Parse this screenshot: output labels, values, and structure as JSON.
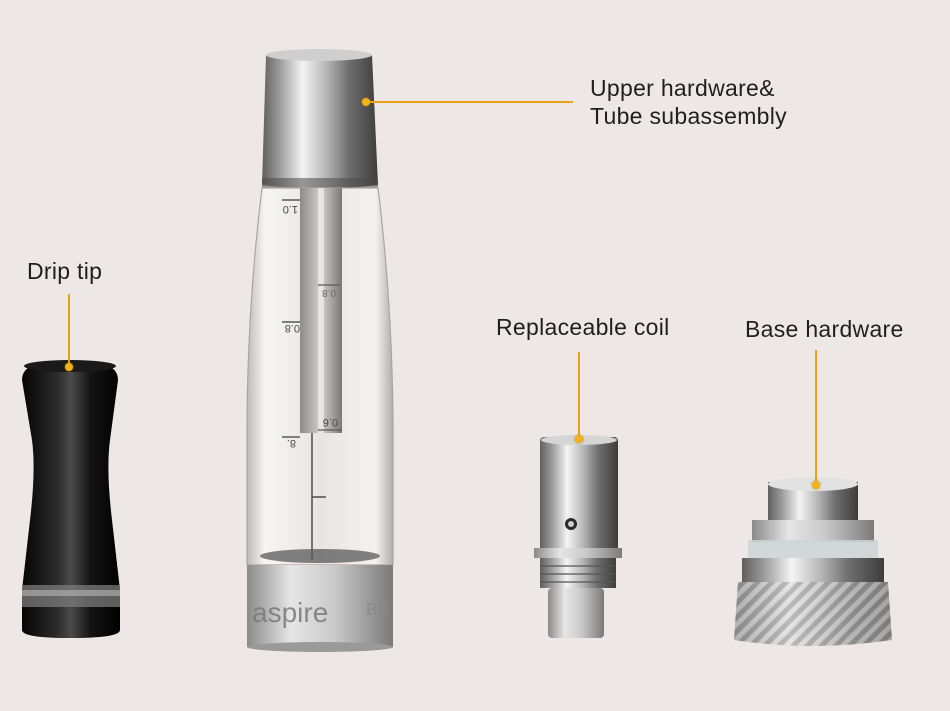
{
  "colors": {
    "background": "#ede8e6",
    "leader_line": "#e8a317",
    "label_text": "#1f1f1f"
  },
  "labels": {
    "upper_hardware_line1": "Upper hardware&",
    "upper_hardware_line2": "Tube subassembly",
    "drip_tip": "Drip tip",
    "replaceable_coil": "Replaceable coil",
    "base_hardware": "Base hardware"
  },
  "tank_markings": {
    "brand": "aspire",
    "brand_suffix": "BD",
    "scale_top": "1.0",
    "scale_mid": "0.8",
    "scale_lower": "0.6",
    "scale_left_top": "0.8",
    "scale_left_bottom": "8."
  }
}
